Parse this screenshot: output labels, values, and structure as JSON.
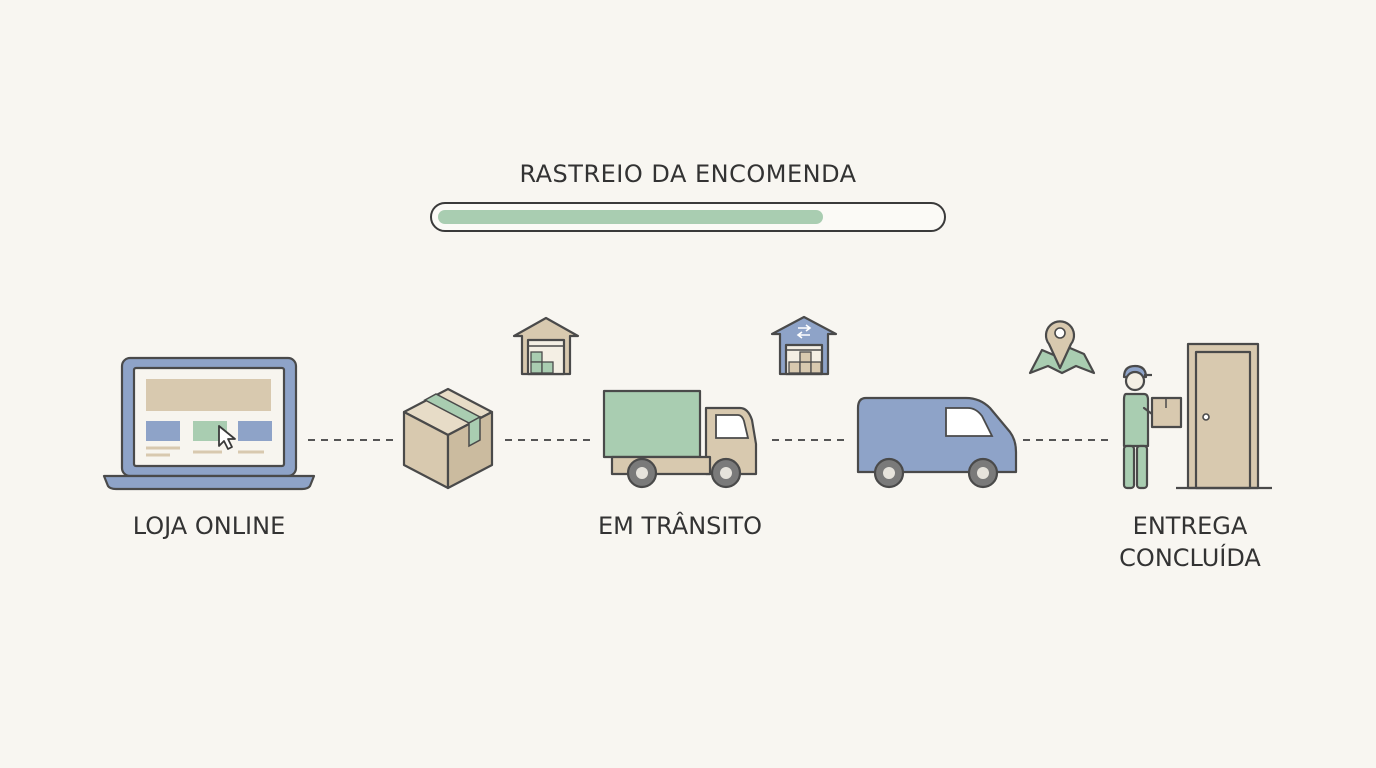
{
  "header": {
    "title": "RASTREIO DA ENCOMENDA",
    "progress_fraction": 0.77
  },
  "steps": {
    "loja": "LOJA ONLINE",
    "transito": "EM TRÂNSITO",
    "entrega_line1": "ENTREGA",
    "entrega_line2": "CONCLUÍDA"
  },
  "colors": {
    "background": "#f8f6f1",
    "green": "#a9cdb1",
    "blue": "#8ea3c8",
    "tan": "#d8c9af",
    "outline": "#4a4a4a"
  },
  "icons": [
    "laptop-icon",
    "package-box-icon",
    "warehouse-icon",
    "truck-icon",
    "warehouse-transfer-icon",
    "van-icon",
    "map-pin-icon",
    "courier-icon",
    "door-icon"
  ]
}
